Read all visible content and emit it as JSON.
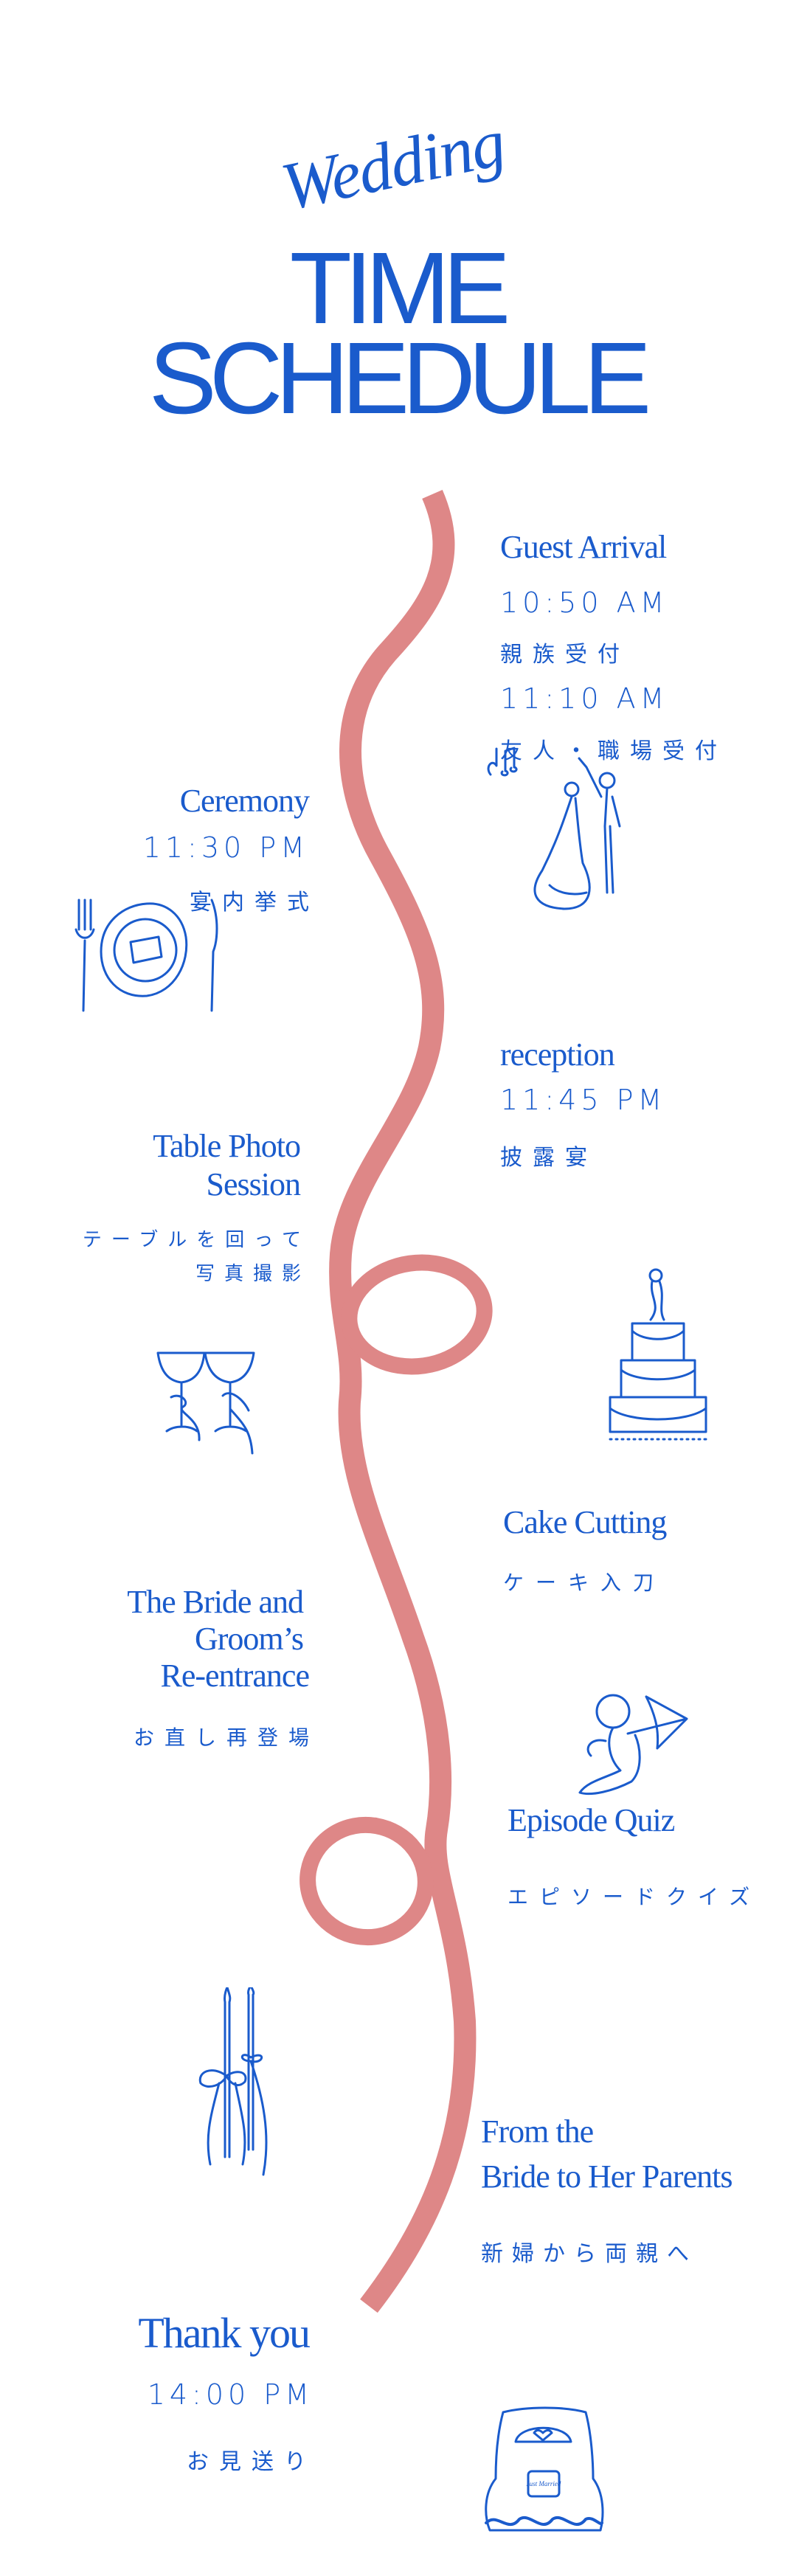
{
  "header": {
    "script": "Wedding",
    "title_line1": "TIME",
    "title_line2": "SCHEDULE"
  },
  "colors": {
    "text": "#1a5bcc",
    "ribbon": "#de8787",
    "background": "#ffffff"
  },
  "events": {
    "guest_arrival": {
      "title": "Guest Arrival",
      "time1": "10:50 AM",
      "jp1": "親族受付",
      "time2": "11:10 AM",
      "jp2": "友人・職場受付"
    },
    "ceremony": {
      "title": "Ceremony",
      "time": "11:30 PM",
      "jp": "宴内挙式"
    },
    "reception": {
      "title": "reception",
      "time": "11:45 PM",
      "jp": "披露宴"
    },
    "table_photo": {
      "title_line1": "Table Photo",
      "title_line2": "Session",
      "jp_line1": "テーブルを回って",
      "jp_line2": "写真撮影"
    },
    "cake_cutting": {
      "title": "Cake Cutting",
      "jp": "ケーキ入刀"
    },
    "reentrance": {
      "title_line1": "The Bride and",
      "title_line2": "Groom’s",
      "title_line3": "Re-entrance",
      "jp": "お直し再登場"
    },
    "episode_quiz": {
      "title": "Episode Quiz",
      "jp": "エピソードクイズ"
    },
    "letter": {
      "title_line1": "From the",
      "title_line2": "Bride to Her Parents",
      "jp": "新婦から両親へ"
    },
    "thank_you": {
      "title": "Thank you",
      "time": "14:00 PM",
      "jp": "お見送り"
    }
  },
  "illustrations": {
    "car_sign": "Just Married"
  }
}
